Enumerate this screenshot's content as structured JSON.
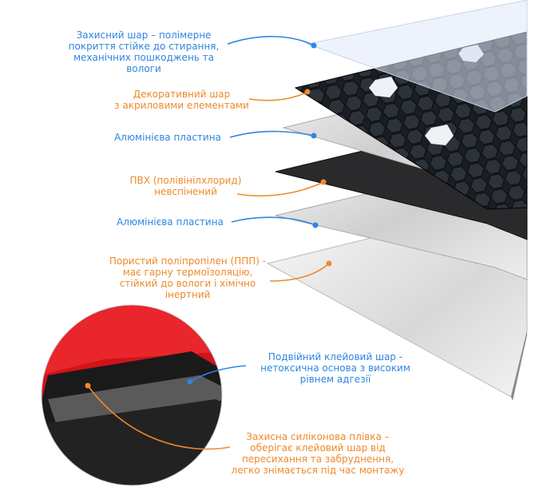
{
  "colors": {
    "blue": "#2f86e0",
    "orange": "#ef8a2a"
  },
  "labels": [
    {
      "text": "Захисний шар – полімерне покриття стійке до стирання, механічних пошкоджень та вологи",
      "lines": [
        "Захисний шар – полімерне",
        "покриття стійке до стирання,",
        "механічних пошкоджень та",
        "вологи"
      ],
      "color": "blue"
    },
    {
      "text": "Декоративний шар з акриловими елементами",
      "lines": [
        "Декоративний шар",
        "з акриловими елементами"
      ],
      "color": "orange"
    },
    {
      "text": "Алюмінієва пластина",
      "lines": [
        "Алюмінієва пластина"
      ],
      "color": "blue"
    },
    {
      "text": "ПВХ (полівінілхлорид) невспінений",
      "lines": [
        "ПВХ (полівінілхлорид)",
        "невспінений"
      ],
      "color": "orange"
    },
    {
      "text": "Алюмінієва пластина",
      "lines": [
        "Алюмінієва пластина"
      ],
      "color": "blue"
    },
    {
      "text": "Пористий поліпропілен (ППП) - має гарну термоїзоляцію, стійкий до вологи і хімічно інертний",
      "lines": [
        "Пористий поліпропілен (ППП) -",
        "має гарну термоїзоляцію,",
        "стійкий до вологи і хімічно",
        "інертний"
      ],
      "color": "orange"
    },
    {
      "text": "Подвійний клейовий шар - нетоксична основа з високим рівнем адгезії",
      "lines": [
        "Подвійний клейовий шар -",
        "нетоксична основа з високим",
        "рівнем адгезії"
      ],
      "color": "blue"
    },
    {
      "text": "Захисна силіконова плівка – оберігає клейовий шар від пересихання та забруднення, легко знімається під час монтажу",
      "lines": [
        "Захисна силіконова плівка –",
        "оберігає клейовий шар від",
        "пересихання та забруднення,",
        "легко знімається під час монтажу"
      ],
      "color": "orange"
    }
  ]
}
